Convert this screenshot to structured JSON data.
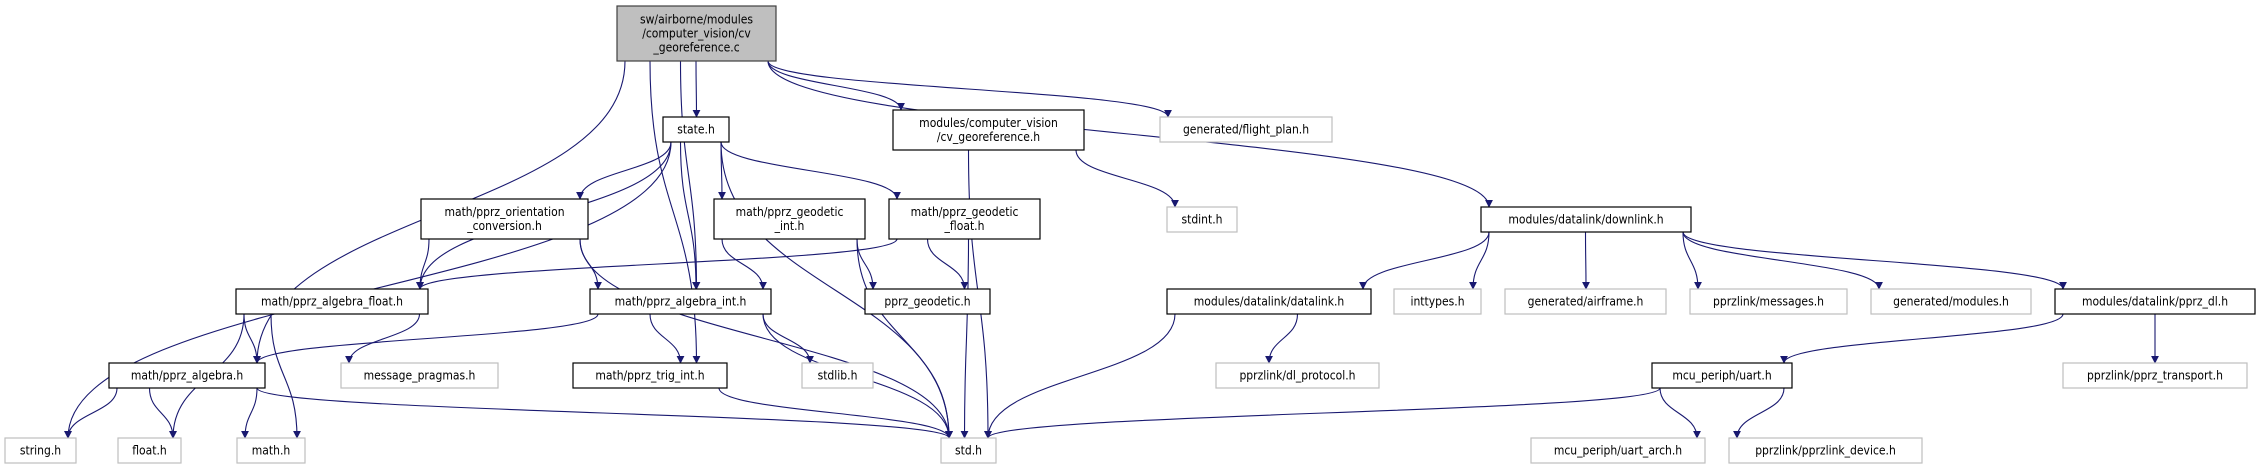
{
  "colors": {
    "edge": "#191970",
    "root_fill": "#bfbfbf",
    "documented_border": "#000000",
    "undocumented_border": "#bfbfbf"
  },
  "nodes": [
    {
      "id": "root",
      "lines": [
        "sw/airborne/modules",
        "/computer_vision/cv",
        "_georeference.c"
      ],
      "kind": "root"
    },
    {
      "id": "state",
      "lines": [
        "state.h"
      ],
      "kind": "documented"
    },
    {
      "id": "cvgeo",
      "lines": [
        "modules/computer_vision",
        "/cv_georeference.h"
      ],
      "kind": "documented"
    },
    {
      "id": "flightplan",
      "lines": [
        "generated/flight_plan.h"
      ],
      "kind": "external"
    },
    {
      "id": "orient",
      "lines": [
        "math/pprz_orientation",
        "_conversion.h"
      ],
      "kind": "documented"
    },
    {
      "id": "geoint",
      "lines": [
        "math/pprz_geodetic",
        "_int.h"
      ],
      "kind": "documented"
    },
    {
      "id": "geofloat",
      "lines": [
        "math/pprz_geodetic",
        "_float.h"
      ],
      "kind": "documented"
    },
    {
      "id": "stdint",
      "lines": [
        "stdint.h"
      ],
      "kind": "external"
    },
    {
      "id": "downlink",
      "lines": [
        "modules/datalink/downlink.h"
      ],
      "kind": "documented"
    },
    {
      "id": "algfloat",
      "lines": [
        "math/pprz_algebra_float.h"
      ],
      "kind": "documented"
    },
    {
      "id": "algint",
      "lines": [
        "math/pprz_algebra_int.h"
      ],
      "kind": "documented"
    },
    {
      "id": "geodetic",
      "lines": [
        "pprz_geodetic.h"
      ],
      "kind": "documented"
    },
    {
      "id": "datalink",
      "lines": [
        "modules/datalink/datalink.h"
      ],
      "kind": "documented"
    },
    {
      "id": "inttypes",
      "lines": [
        "inttypes.h"
      ],
      "kind": "external"
    },
    {
      "id": "airframe",
      "lines": [
        "generated/airframe.h"
      ],
      "kind": "external"
    },
    {
      "id": "messages",
      "lines": [
        "pprzlink/messages.h"
      ],
      "kind": "external"
    },
    {
      "id": "modules",
      "lines": [
        "generated/modules.h"
      ],
      "kind": "external"
    },
    {
      "id": "pprzdl",
      "lines": [
        "modules/datalink/pprz_dl.h"
      ],
      "kind": "documented"
    },
    {
      "id": "algebra",
      "lines": [
        "math/pprz_algebra.h"
      ],
      "kind": "documented"
    },
    {
      "id": "pragmas",
      "lines": [
        "message_pragmas.h"
      ],
      "kind": "external"
    },
    {
      "id": "trigint",
      "lines": [
        "math/pprz_trig_int.h"
      ],
      "kind": "documented"
    },
    {
      "id": "stdlib",
      "lines": [
        "stdlib.h"
      ],
      "kind": "external"
    },
    {
      "id": "dlproto",
      "lines": [
        "pprzlink/dl_protocol.h"
      ],
      "kind": "external"
    },
    {
      "id": "uart",
      "lines": [
        "mcu_periph/uart.h"
      ],
      "kind": "documented"
    },
    {
      "id": "transport",
      "lines": [
        "pprzlink/pprz_transport.h"
      ],
      "kind": "external"
    },
    {
      "id": "string",
      "lines": [
        "string.h"
      ],
      "kind": "external"
    },
    {
      "id": "float",
      "lines": [
        "float.h"
      ],
      "kind": "external"
    },
    {
      "id": "math",
      "lines": [
        "math.h"
      ],
      "kind": "external"
    },
    {
      "id": "std",
      "lines": [
        "std.h"
      ],
      "kind": "external"
    },
    {
      "id": "uartarch",
      "lines": [
        "mcu_periph/uart_arch.h"
      ],
      "kind": "external"
    },
    {
      "id": "device",
      "lines": [
        "pprzlink/pprzlink_device.h"
      ],
      "kind": "external"
    }
  ],
  "edges": [
    [
      "root",
      "state"
    ],
    [
      "root",
      "cvgeo"
    ],
    [
      "root",
      "flightplan"
    ],
    [
      "root",
      "downlink"
    ],
    [
      "root",
      "algint"
    ],
    [
      "root",
      "algebra"
    ],
    [
      "root",
      "trigint"
    ],
    [
      "state",
      "orient"
    ],
    [
      "state",
      "geoint"
    ],
    [
      "state",
      "geofloat"
    ],
    [
      "state",
      "algint"
    ],
    [
      "state",
      "algfloat"
    ],
    [
      "state",
      "string"
    ],
    [
      "state",
      "std"
    ],
    [
      "cvgeo",
      "stdint"
    ],
    [
      "cvgeo",
      "std"
    ],
    [
      "orient",
      "algfloat"
    ],
    [
      "orient",
      "algint"
    ],
    [
      "orient",
      "std"
    ],
    [
      "geoint",
      "algint"
    ],
    [
      "geoint",
      "geodetic"
    ],
    [
      "geoint",
      "std"
    ],
    [
      "geofloat",
      "algfloat"
    ],
    [
      "geofloat",
      "geodetic"
    ],
    [
      "geofloat",
      "std"
    ],
    [
      "algfloat",
      "algebra"
    ],
    [
      "algfloat",
      "pragmas"
    ],
    [
      "algfloat",
      "math"
    ],
    [
      "algfloat",
      "float"
    ],
    [
      "algint",
      "algebra"
    ],
    [
      "algint",
      "trigint"
    ],
    [
      "algint",
      "stdlib"
    ],
    [
      "algint",
      "std"
    ],
    [
      "algebra",
      "string"
    ],
    [
      "algebra",
      "float"
    ],
    [
      "algebra",
      "math"
    ],
    [
      "algebra",
      "std"
    ],
    [
      "trigint",
      "std"
    ],
    [
      "downlink",
      "datalink"
    ],
    [
      "downlink",
      "inttypes"
    ],
    [
      "downlink",
      "airframe"
    ],
    [
      "downlink",
      "messages"
    ],
    [
      "downlink",
      "modules"
    ],
    [
      "downlink",
      "pprzdl"
    ],
    [
      "datalink",
      "dlproto"
    ],
    [
      "datalink",
      "std"
    ],
    [
      "pprzdl",
      "uart"
    ],
    [
      "pprzdl",
      "transport"
    ],
    [
      "uart",
      "std"
    ],
    [
      "uart",
      "uartarch"
    ],
    [
      "uart",
      "device"
    ]
  ]
}
